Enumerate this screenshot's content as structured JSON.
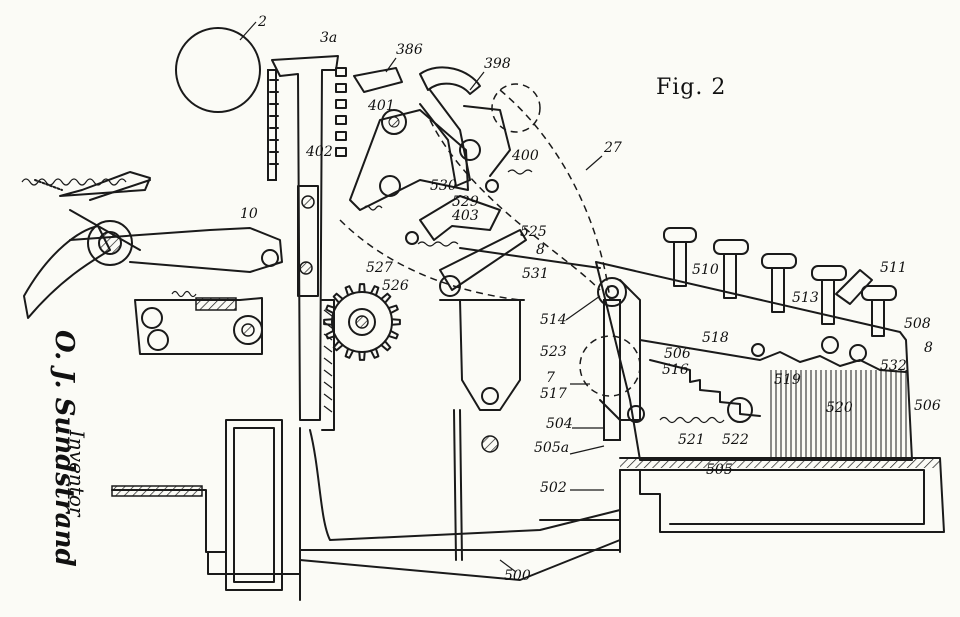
{
  "figure": {
    "title": "Fig. 2"
  },
  "inventor": {
    "caption": "Inventor",
    "name": "O. J. Sundstrand"
  },
  "callouts": [
    "2",
    "3a",
    "386",
    "398",
    "27",
    "401",
    "402",
    "400",
    "10",
    "530",
    "529",
    "403",
    "525",
    "8",
    "527",
    "526",
    "531",
    "510",
    "511",
    "513",
    "514",
    "518",
    "506",
    "508",
    "8",
    "523",
    "516",
    "519",
    "532",
    "7",
    "517",
    "520",
    "506",
    "504",
    "505a",
    "521",
    "522",
    "505",
    "502",
    "500"
  ],
  "colors": {
    "ink": "#1a1a1a",
    "paper": "#fbfbf6"
  }
}
